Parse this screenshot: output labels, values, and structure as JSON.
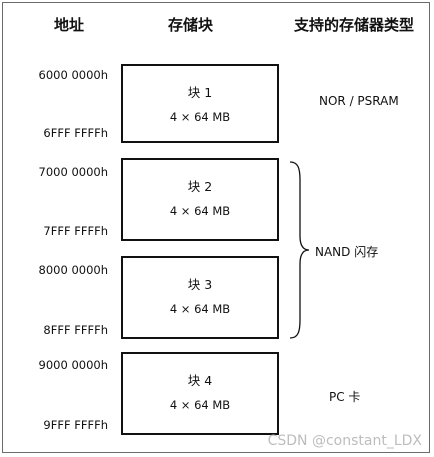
{
  "headers": {
    "address": "地址",
    "block": "存储块",
    "supported_type": "支持的存储器类型"
  },
  "blocks": [
    {
      "start": "6000 0000h",
      "end": "6FFF FFFFh",
      "name": "块 1",
      "size": "4 × 64 MB"
    },
    {
      "start": "7000 0000h",
      "end": "7FFF FFFFh",
      "name": "块 2",
      "size": "4 × 64 MB"
    },
    {
      "start": "8000 0000h",
      "end": "8FFF FFFFh",
      "name": "块 3",
      "size": "4 × 64 MB"
    },
    {
      "start": "9000 0000h",
      "end": "9FFF FFFFh",
      "name": "块 4",
      "size": "4 × 64 MB"
    }
  ],
  "memory_types": {
    "bank1": "NOR / PSRAM",
    "bank2_3": "NAND 闪存",
    "bank4": "PC 卡"
  },
  "watermark": "CSDN @constant_LDX"
}
